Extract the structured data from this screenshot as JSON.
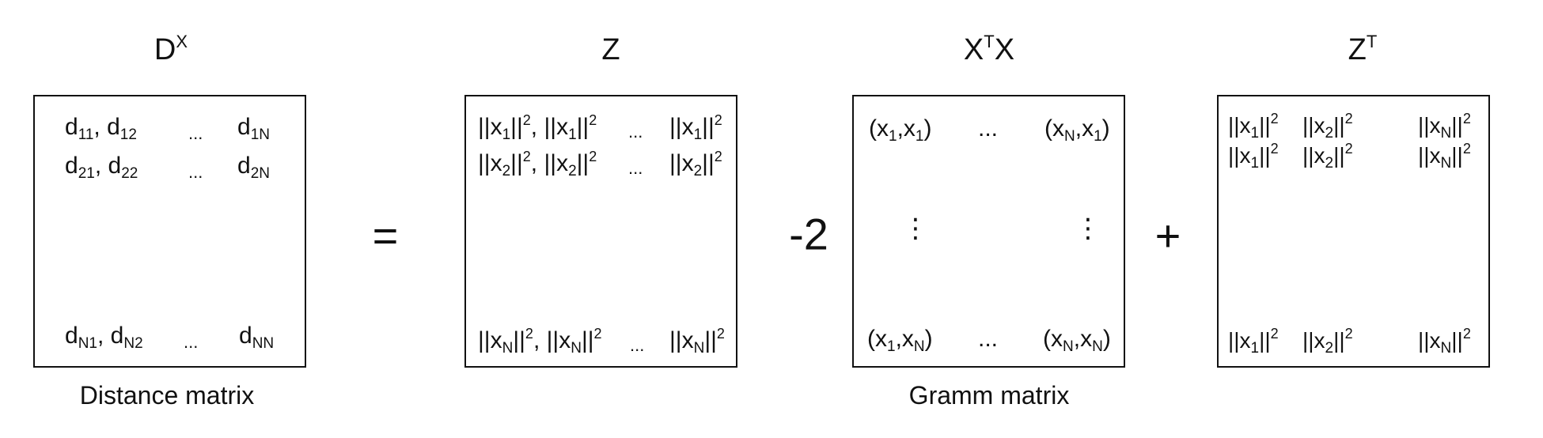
{
  "titles": {
    "dx": "D",
    "dx_sup": "X",
    "z": "Z",
    "xtx_a": "X",
    "xtx_sup": "T",
    "xtx_b": "X",
    "zt": "Z",
    "zt_sup": "T"
  },
  "operators": {
    "equals": "=",
    "minus_two": "-2",
    "plus": "+"
  },
  "captions": {
    "distance": "Distance matrix",
    "gramm": "Gramm matrix"
  },
  "dist": {
    "d": "d",
    "comma": ",",
    "dots": "...",
    "s11": "11",
    "s12": "12",
    "s1N": "1N",
    "s21": "21",
    "s22": "22",
    "s2N": "2N",
    "sN1": "N1",
    "sN2": "N2",
    "sNN": "NN"
  },
  "norm": {
    "bar": "||",
    "x": "x",
    "sq": "2",
    "s1": "1",
    "s2": "2",
    "sN": "N",
    "comma": ",",
    "dots": "..."
  },
  "gram": {
    "open": "(",
    "close": ")",
    "x": "x",
    "comma": ",",
    "s1": "1",
    "sN": "N",
    "hdots": "...",
    "vdots": "⋮"
  }
}
